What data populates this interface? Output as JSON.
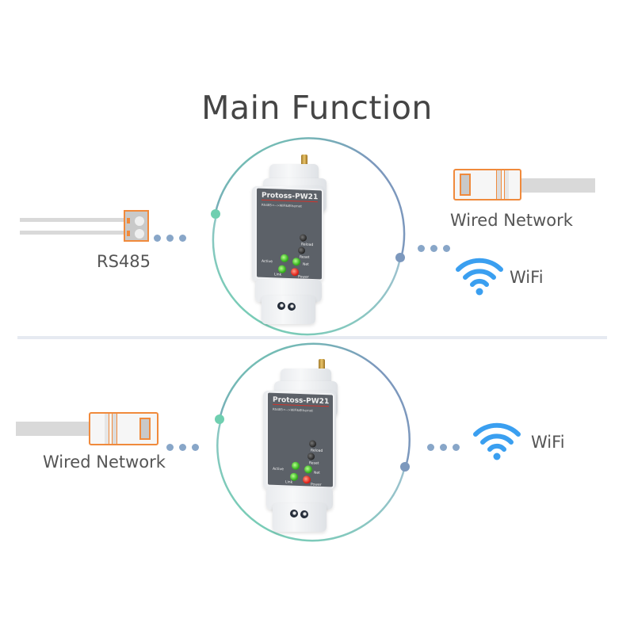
{
  "title": "Main Function",
  "colors": {
    "accent_teal": "#6fcfb0",
    "accent_blue": "#7c98bd",
    "wifi_blue": "#3a9ff0",
    "connector_orange": "#f08a3c",
    "text_gray": "#555555",
    "title_gray": "#454545"
  },
  "sections": [
    {
      "name": "rs485-to-network",
      "left": {
        "label": "RS485",
        "icon": "rs485-terminal-connector-icon"
      },
      "right": [
        {
          "label": "Wired Network",
          "icon": "ethernet-plug-icon"
        },
        {
          "label": "WiFi",
          "icon": "wifi-icon"
        }
      ],
      "device": {
        "brand": "Protoss-PW21",
        "subtitle": "RS485<-->WiFi&Ethernet",
        "buttons": [
          "Reload",
          "Reset"
        ],
        "leds": [
          "Active",
          "Net",
          "Link",
          "Power"
        ]
      }
    },
    {
      "name": "wired-to-wifi",
      "left": {
        "label": "Wired Network",
        "icon": "ethernet-plug-icon"
      },
      "right": [
        {
          "label": "WiFi",
          "icon": "wifi-icon"
        }
      ],
      "device": {
        "brand": "Protoss-PW21",
        "subtitle": "RS485<-->WiFi&Ethernet",
        "buttons": [
          "Reload",
          "Reset"
        ],
        "leds": [
          "Active",
          "Net",
          "Link",
          "Power"
        ]
      }
    }
  ]
}
